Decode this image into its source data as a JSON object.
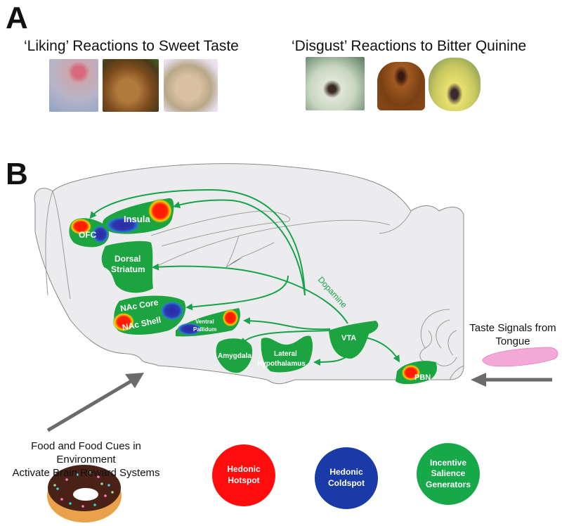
{
  "panel_a": {
    "letter": "A",
    "liking_heading": "‘Liking’ Reactions to Sweet Taste",
    "disgust_heading": "‘Disgust’ Reactions to Bitter Quinine",
    "liking_photos": [
      "rat-face",
      "orangutan-face",
      "infant-face"
    ],
    "disgust_photos": [
      "rat-gape",
      "orangutan-gape",
      "infant-gape"
    ]
  },
  "panel_b": {
    "letter": "B",
    "regions": {
      "ofc": "OFC",
      "insula": "Insula",
      "dorsal_striatum_1": "Dorsal",
      "dorsal_striatum_2": "Striatum",
      "nac_core": "NAc Core",
      "nac_shell": "NAc Shell",
      "ventral_pallidum_1": "Ventral",
      "ventral_pallidum_2": "Pallidum",
      "amygdala": "Amygdala",
      "lateral_hypothalamus_1": "Lateral",
      "lateral_hypothalamus_2": "Hypothalamus",
      "vta": "VTA",
      "pbn": "PBN"
    },
    "pathway_label": "Dopamine",
    "taste_caption": [
      "Taste Signals from",
      "Tongue"
    ],
    "food_caption": [
      "Food and Food Cues in Environment",
      "Activate Brain Reward Systems"
    ]
  },
  "legend": [
    {
      "label": [
        "Hedonic",
        "Hotspot"
      ],
      "color": "#ff0d0d"
    },
    {
      "label": [
        "Hedonic",
        "Coldspot"
      ],
      "color": "#1a3aa8"
    },
    {
      "label": [
        "Incentive",
        "Salience",
        "Generators"
      ],
      "color": "#17a84a"
    }
  ],
  "colors": {
    "region_green": "#1ba43f",
    "pathway_green": "#16a34a",
    "brain_fill": "#ececee",
    "brain_outline": "#8a8a8a",
    "arrow_gray": "#6b6b6b",
    "tongue_pink": "#f4a8d8"
  }
}
